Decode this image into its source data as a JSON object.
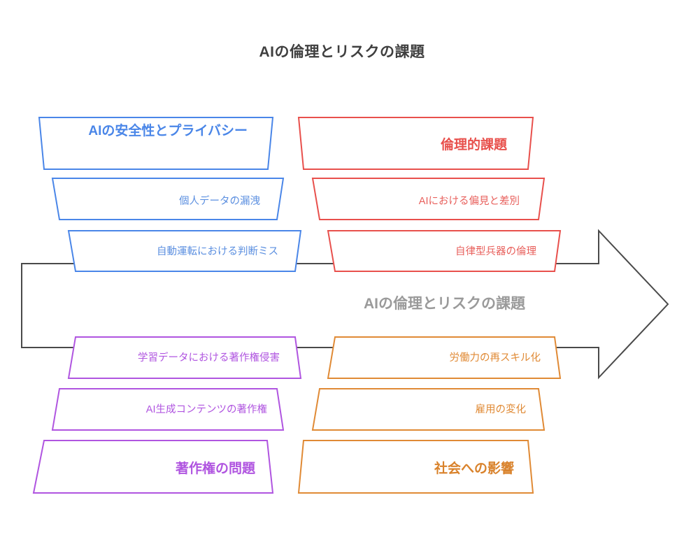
{
  "title": "AIの倫理とリスクの課題",
  "arrow": {
    "label": "AIの倫理とリスクの課題",
    "color": "#4a4a4a"
  },
  "colors": {
    "blue": "#4a86e8",
    "red": "#e8504c",
    "purple": "#b055e0",
    "orange": "#e08a35",
    "arrow": "#4a4a4a",
    "title": "#3f3f3f",
    "arrow_label": "#9a9a9a",
    "background": "#ffffff"
  },
  "groups": [
    {
      "id": "safety-privacy",
      "color": "#4a86e8",
      "position": "top-left",
      "header": "AIの安全性とプライバシー",
      "items": [
        "個人データの漏洩",
        "自動運転における判断ミス"
      ]
    },
    {
      "id": "ethical-issues",
      "color": "#e8504c",
      "position": "top-right",
      "header": "倫理的課題",
      "items": [
        "AIにおける偏見と差別",
        "自律型兵器の倫理"
      ]
    },
    {
      "id": "copyright-issues",
      "color": "#b055e0",
      "position": "bottom-left",
      "header": "著作権の問題",
      "items": [
        "学習データにおける著作権侵害",
        "AI生成コンテンツの著作権"
      ]
    },
    {
      "id": "social-impact",
      "color": "#e08a35",
      "position": "bottom-right",
      "header": "社会への影響",
      "items": [
        "労働力の再スキル化",
        "雇用の変化"
      ]
    }
  ]
}
